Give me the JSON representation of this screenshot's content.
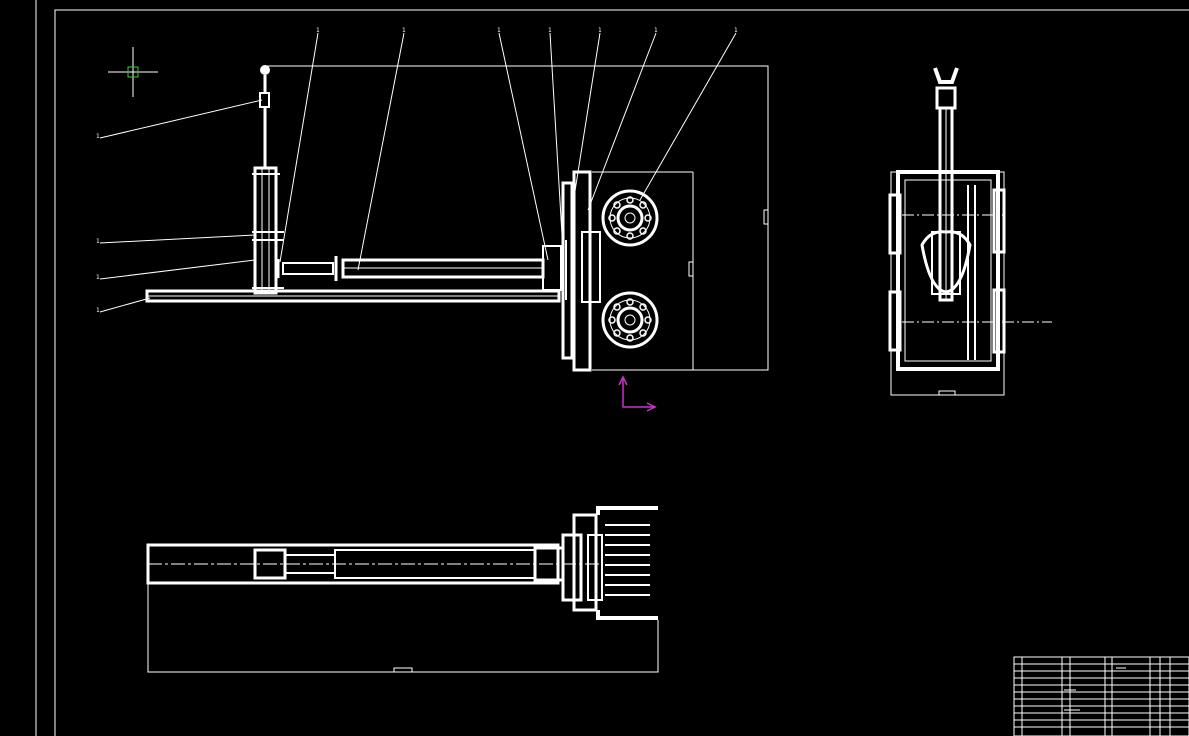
{
  "drawing": {
    "background": "#000000",
    "line_color": "#ffffff",
    "cursor_color": "#3cc83c",
    "ucs_color": "#cc33cc",
    "balloon_labels": [
      "1",
      "1",
      "1",
      "1",
      "1",
      "1",
      "1",
      "1",
      "1",
      "1",
      "1"
    ],
    "views": [
      "side-view",
      "end-view",
      "top-view"
    ],
    "title_block": {
      "rows": 11
    }
  }
}
